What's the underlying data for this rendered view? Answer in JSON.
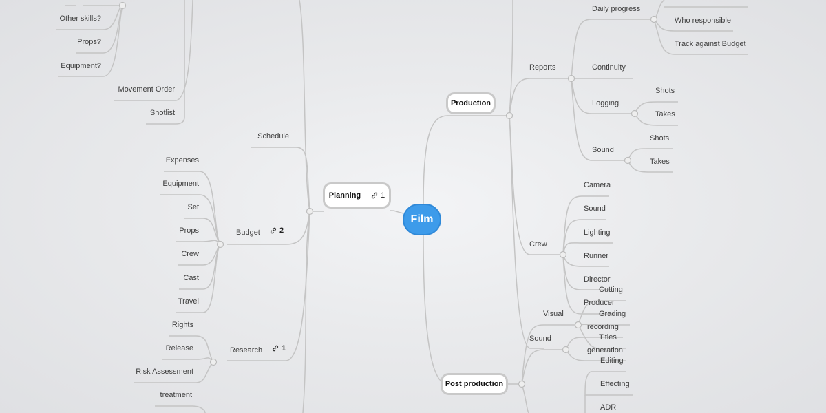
{
  "center": {
    "label": "Film"
  },
  "main_nodes": {
    "planning": {
      "label": "Planning",
      "links": "1"
    },
    "production": {
      "label": "Production"
    },
    "post_production": {
      "label": "Post production"
    }
  },
  "planning": {
    "top_items": [
      "Other skills?",
      "Props?",
      "Equipment?"
    ],
    "movement_order": "Movement Order",
    "shotlist": "Shotlist",
    "schedule": "Schedule",
    "budget": {
      "label": "Budget",
      "links": "2",
      "items": [
        "Expenses",
        "Equipment",
        "Set",
        "Props",
        "Crew",
        "Cast",
        "Travel"
      ]
    },
    "research": {
      "label": "Research",
      "links": "1",
      "items": [
        "Rights",
        "Release",
        "Risk Assessment"
      ]
    },
    "treatment": "treatment"
  },
  "production": {
    "reports": {
      "label": "Reports",
      "daily_progress": {
        "label": "Daily progress",
        "items": [
          "Who responsible",
          "Track against Budget"
        ]
      },
      "continuity": "Continuity",
      "logging": {
        "label": "Logging",
        "items": [
          "Shots",
          "Takes"
        ]
      },
      "sound": {
        "label": "Sound",
        "items": [
          "Shots",
          "Takes"
        ]
      }
    },
    "crew": {
      "label": "Crew",
      "items": [
        "Camera",
        "Sound",
        "Lighting",
        "Runner",
        "Director",
        "Producer"
      ]
    }
  },
  "post": {
    "visual": {
      "label": "Visual",
      "items": [
        "Cutting",
        "Grading",
        "Titles"
      ]
    },
    "sound": {
      "label": "Sound",
      "items": [
        "recording",
        "generation"
      ]
    },
    "more": [
      "Editing",
      "Effecting",
      "ADR"
    ]
  },
  "colors": {
    "center": "#3d9bea",
    "line": "#c4c4c4",
    "node_border": "#c9c9c9"
  }
}
